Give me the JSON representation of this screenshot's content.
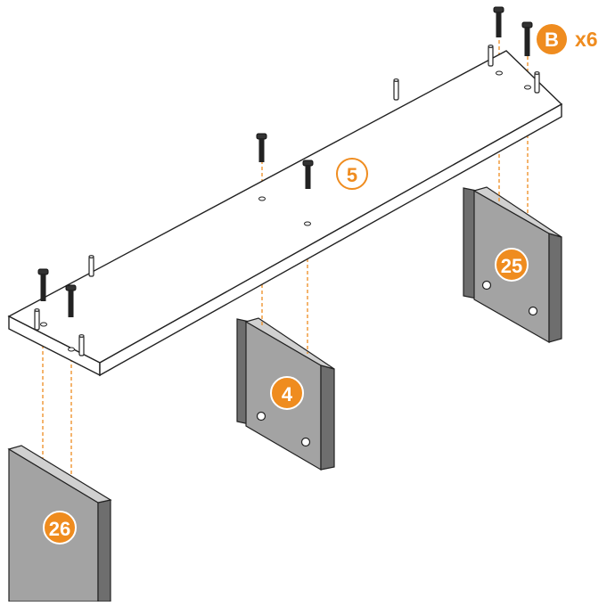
{
  "fastener": {
    "letter": "B",
    "quantity": "x6"
  },
  "parts": {
    "board": {
      "number": "5",
      "style": "outline"
    },
    "panel_left": {
      "number": "26",
      "style": "filled"
    },
    "panel_middle": {
      "number": "4",
      "style": "filled"
    },
    "panel_right": {
      "number": "25",
      "style": "filled"
    }
  },
  "colors": {
    "accent": "#ef8c1f",
    "panel": "#a3a3a3",
    "panel_edge": "#6e6e6e",
    "line": "#222222",
    "dashed_guide": "#ef8c1f"
  }
}
